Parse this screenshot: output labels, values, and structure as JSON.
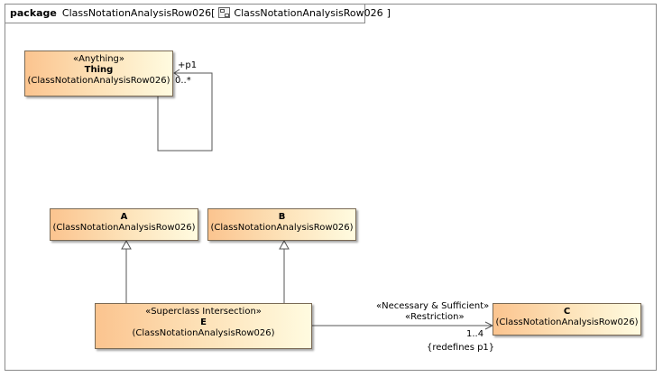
{
  "frame": {
    "keyword": "package",
    "name": "ClassNotationAnalysisRow026",
    "bracket_open": "[",
    "diagram_name": "ClassNotationAnalysisRow026",
    "bracket_close": "]",
    "diagram_icon": "class-diagram-icon"
  },
  "classes": {
    "thing": {
      "stereotype": "«Anything»",
      "name": "Thing",
      "namespace": "(ClassNotationAnalysisRow026)"
    },
    "a": {
      "name": "A",
      "namespace": "(ClassNotationAnalysisRow026)"
    },
    "b": {
      "name": "B",
      "namespace": "(ClassNotationAnalysisRow026)"
    },
    "e": {
      "stereotype": "«Superclass Intersection»",
      "name": "E",
      "namespace": "(ClassNotationAnalysisRow026)"
    },
    "c": {
      "name": "C",
      "namespace": "(ClassNotationAnalysisRow026)"
    }
  },
  "associations": {
    "self": {
      "role": "+p1",
      "multiplicity": "0..*"
    },
    "e_to_c": {
      "stereotype1": "«Necessary & Sufficient»",
      "stereotype2": "«Restriction»",
      "multiplicity": "1..4",
      "constraint": "{redefines p1}"
    }
  },
  "colors": {
    "class_fill_start": "#fbc48f",
    "class_fill_end": "#fffbe0",
    "border": "#7a6a55"
  }
}
